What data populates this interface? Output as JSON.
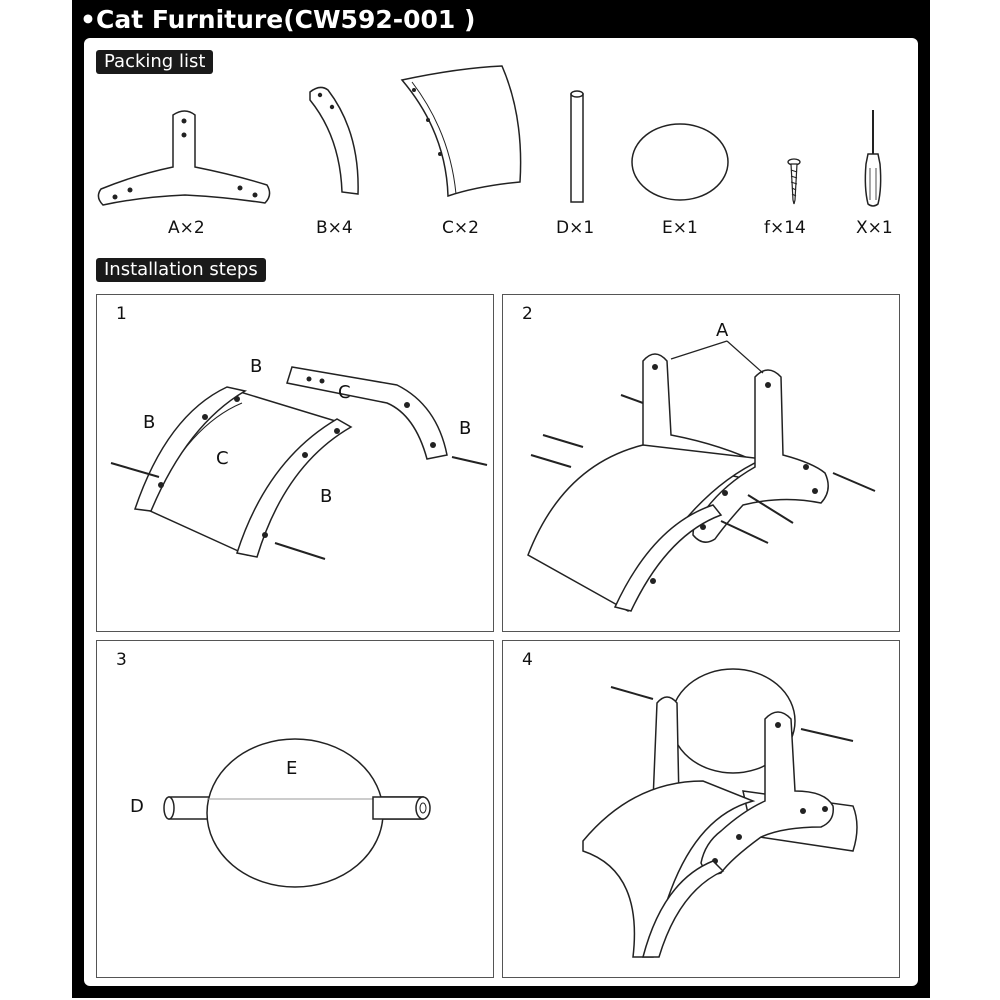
{
  "title": "•Cat Furniture(CW592-001 )",
  "sections": {
    "packing": "Packing list",
    "install": "Installation steps"
  },
  "parts": [
    {
      "id": "A",
      "label": "A×2",
      "icon": "y-shaped-base-part"
    },
    {
      "id": "B",
      "label": "B×4",
      "icon": "curved-side-strip"
    },
    {
      "id": "C",
      "label": "C×2",
      "icon": "curved-panel"
    },
    {
      "id": "D",
      "label": "D×1",
      "icon": "dowel-rod"
    },
    {
      "id": "E",
      "label": "E×1",
      "icon": "round-disc"
    },
    {
      "id": "f",
      "label": "f×14",
      "icon": "screw"
    },
    {
      "id": "X",
      "label": "X×1",
      "icon": "screwdriver"
    }
  ],
  "steps": [
    {
      "num": "1",
      "callouts": [
        "B",
        "C",
        "B",
        "C",
        "B",
        "B"
      ]
    },
    {
      "num": "2",
      "callouts": [
        "A"
      ]
    },
    {
      "num": "3",
      "callouts": [
        "E",
        "D"
      ]
    },
    {
      "num": "4",
      "callouts": []
    }
  ]
}
